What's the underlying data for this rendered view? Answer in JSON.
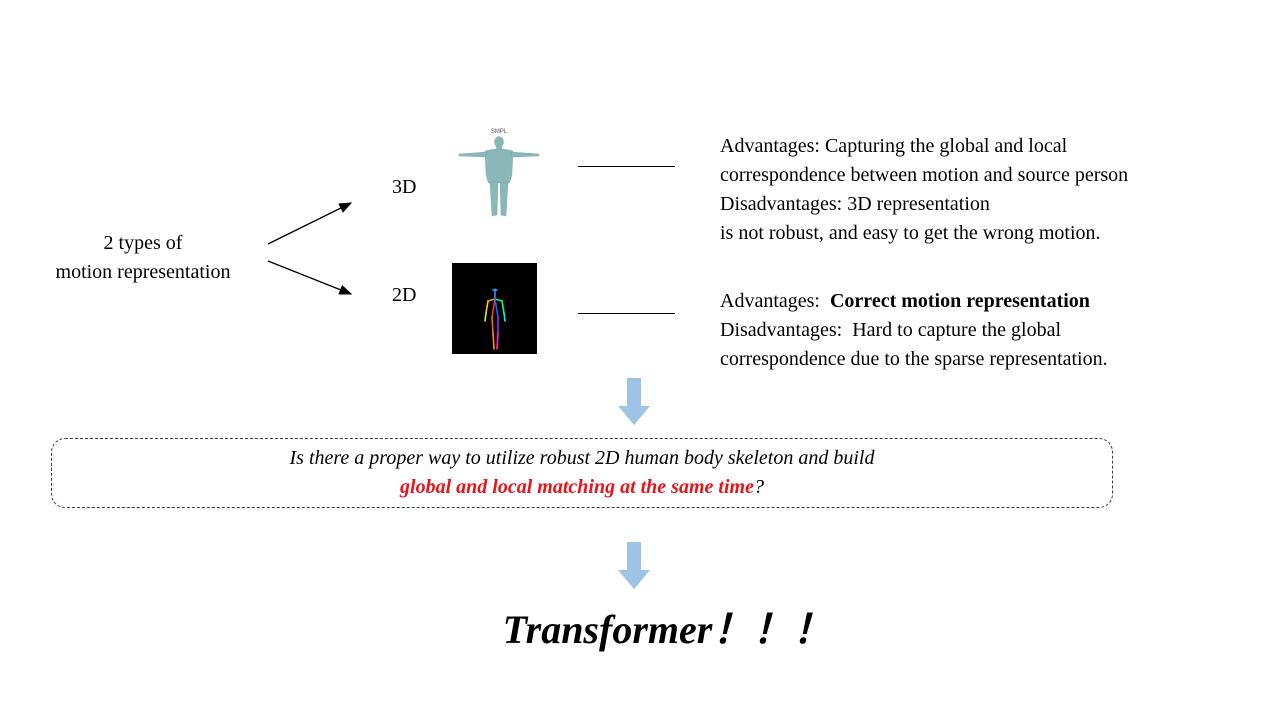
{
  "left_label": {
    "line1": "2 types of",
    "line2": "motion representation"
  },
  "label_3d": "3D",
  "label_2d": "2D",
  "smpl_caption": "SMPL",
  "advantages_3d": {
    "line1": "Advantages: Capturing  the global and local",
    "line2": "correspondence between motion and  source person",
    "line3": "Disadvantages: 3D representation",
    "line4": "is not robust, and easy to get the wrong motion."
  },
  "advantages_2d": {
    "line1_prefix": "Advantages:  ",
    "line1_bold": "Correct motion representation",
    "line2": "Disadvantages:  Hard to capture the global",
    "line3": "correspondence due to the sparse representation."
  },
  "question": {
    "line1": "Is there a proper way to utilize robust 2D human body skeleton and build",
    "line2_highlight": "global and local matching at the same time",
    "line2_suffix": "?"
  },
  "conclusion": "Transformer！！！",
  "colors": {
    "down_arrow": "#9dc3e6",
    "highlight": "#e6141c",
    "smpl_body": "#8ab8b8"
  },
  "icons": [
    "arrow-up-right-icon",
    "arrow-down-right-icon",
    "down-arrow-icon",
    "smpl-body-figure",
    "skeleton-figure"
  ]
}
